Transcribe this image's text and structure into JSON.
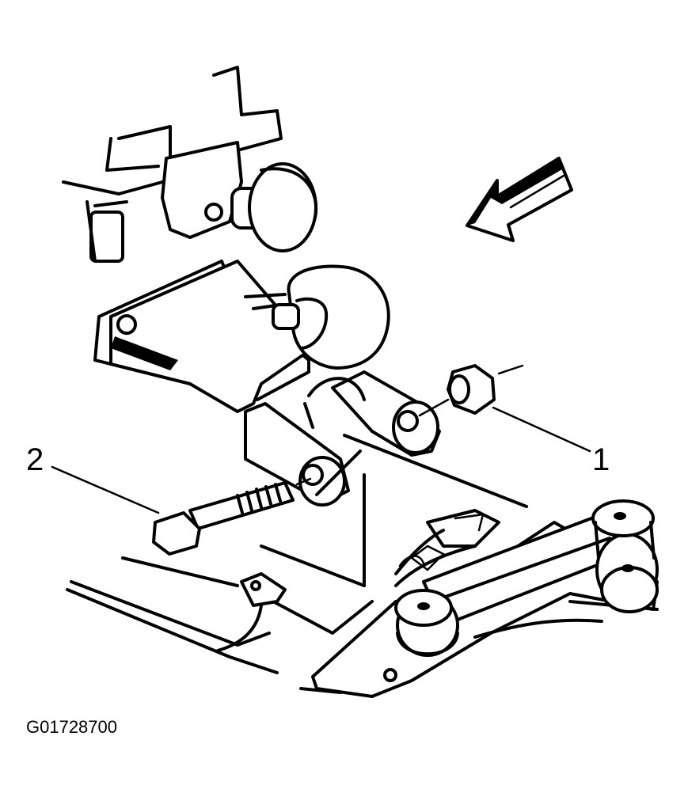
{
  "callouts": [
    {
      "id": "1",
      "label": "1"
    },
    {
      "id": "2",
      "label": "2"
    }
  ],
  "figure_id": "G01728700",
  "icons": [
    "direction-arrow-icon"
  ]
}
